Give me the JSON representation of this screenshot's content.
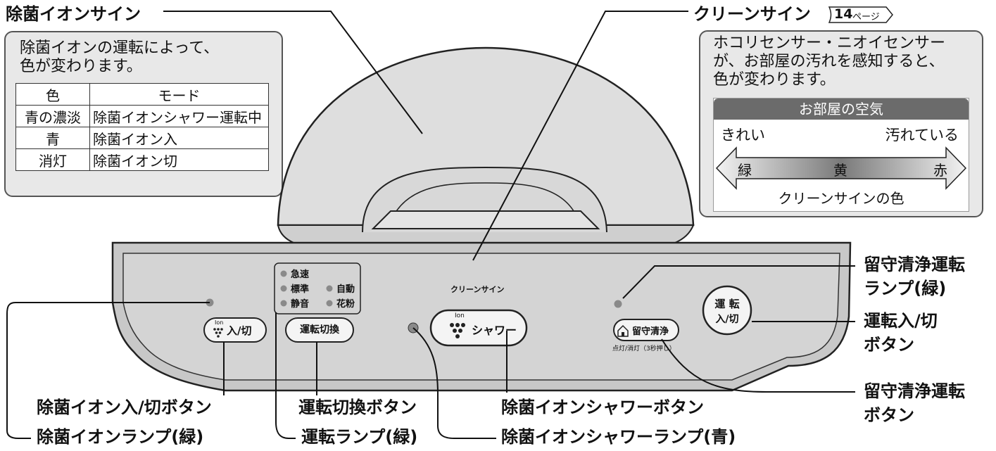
{
  "callouts": {
    "ion_sign": "除菌イオンサイン",
    "clean_sign": "クリーンサイン",
    "page_ref_num": "14",
    "page_ref_suffix": "ページ",
    "away_lamp_1": "留守清浄運転",
    "away_lamp_2": "ランプ(緑)",
    "power_btn_1": "運転入/切",
    "power_btn_2": "ボタン",
    "away_btn_1": "留守清浄運転",
    "away_btn_2": "ボタン",
    "ion_btn": "除菌イオン入/切ボタン",
    "ion_lamp": "除菌イオンランプ(緑)",
    "mode_btn": "運転切換ボタン",
    "mode_lamp": "運転ランプ(緑)",
    "shower_btn": "除菌イオンシャワーボタン",
    "shower_lamp": "除菌イオンシャワーランプ(青)"
  },
  "ion_box": {
    "text_1": "除菌イオンの運転によって、",
    "text_2": "色が変わります。",
    "header_color": "色",
    "header_mode": "モード",
    "rows": [
      {
        "color": "青の濃淡",
        "mode": "除菌イオンシャワー運転中"
      },
      {
        "color": "青",
        "mode": "除菌イオン入"
      },
      {
        "color": "消灯",
        "mode": "除菌イオン切"
      }
    ]
  },
  "clean_box": {
    "text_1": "ホコリセンサー・ニオイセンサー",
    "text_2": "が、お部屋の汚れを感知すると、",
    "text_3": "色が変わります。",
    "air_title": "お部屋の空気",
    "clean_label": "きれい",
    "dirty_label": "汚れている",
    "green": "緑",
    "yellow": "黄",
    "red": "赤",
    "arrow_caption": "クリーンサインの色"
  },
  "panel": {
    "lamp_fast": "急速",
    "lamp_standard": "標準",
    "lamp_auto": "自動",
    "lamp_quiet": "静音",
    "lamp_pollen": "花粉",
    "clean_sign_label": "クリーンサイン",
    "ion_button_label": "入/切",
    "ion_mark": "Ion",
    "mode_button_label": "運転切換",
    "shower_button_label": "シャワー",
    "shower_mark": "Ion",
    "away_button_label": "留守清浄",
    "away_subtext": "点灯/消灯（3秒押し）",
    "power_button_line1": "運 転",
    "power_button_line2": "入/切"
  },
  "colors": {
    "panel_fill": "#d4d4d4",
    "dome_fill": "#dedede",
    "box_fill": "#e8e8e8",
    "lamp_gray": "#8a8a8a",
    "band_gray": "#6b6b6b"
  }
}
